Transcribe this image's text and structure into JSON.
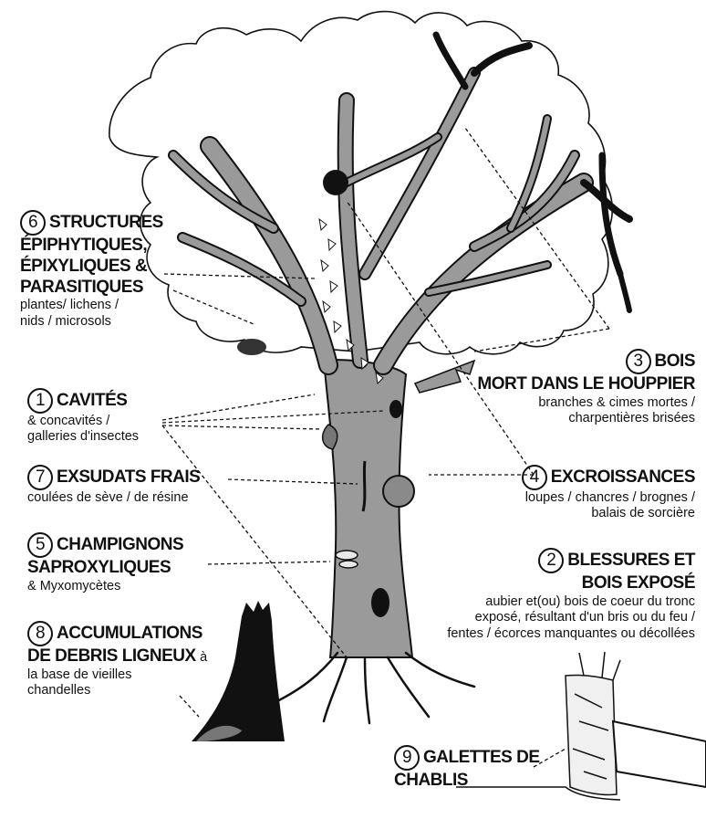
{
  "items": [
    {
      "number": "6",
      "title_lines": [
        "STRUCTURES",
        "ÉPIPHYTIQUES,",
        "ÉPIXYLIQUES &",
        "PARASITIQUES"
      ],
      "sub_lines": [
        "plantes/ lichens /",
        "nids / microsols"
      ]
    },
    {
      "number": "1",
      "title_lines": [
        "CAVITÉS"
      ],
      "sub_lines": [
        "& concavités /",
        "galleries d'insectes"
      ]
    },
    {
      "number": "7",
      "title_lines": [
        "EXSUDATS FRAIS"
      ],
      "sub_lines": [
        "coulées de sève / de résine"
      ]
    },
    {
      "number": "5",
      "title_lines": [
        "CHAMPIGNONS",
        "SAPROXYLIQUES"
      ],
      "sub_lines": [
        "& Myxomycètes"
      ]
    },
    {
      "number": "8",
      "title_lines": [
        "ACCUMULATIONS",
        "DE DEBRIS LIGNEUX"
      ],
      "title_suffix": "à",
      "sub_lines": [
        "la base de vieilles",
        "chandelles"
      ]
    },
    {
      "number": "3",
      "title_lines": [
        "BOIS",
        "MORT DANS LE HOUPPIER"
      ],
      "sub_lines": [
        "branches & cimes mortes /",
        "charpentières brisées"
      ]
    },
    {
      "number": "4",
      "title_lines": [
        "EXCROISSANCES"
      ],
      "sub_lines": [
        "loupes / chancres / brognes /",
        "balais de sorcière"
      ]
    },
    {
      "number": "2",
      "title_lines": [
        "BLESSURES ET",
        "BOIS EXPOSÉ"
      ],
      "sub_lines": [
        "aubier et(ou) bois de coeur du tronc",
        "exposé, résultant d'un bris ou du feu /",
        "fentes  / écorces manquantes ou décollées"
      ]
    },
    {
      "number": "9",
      "title_lines": [
        "GALETTES DE",
        "CHABLIS"
      ],
      "sub_lines": []
    }
  ]
}
